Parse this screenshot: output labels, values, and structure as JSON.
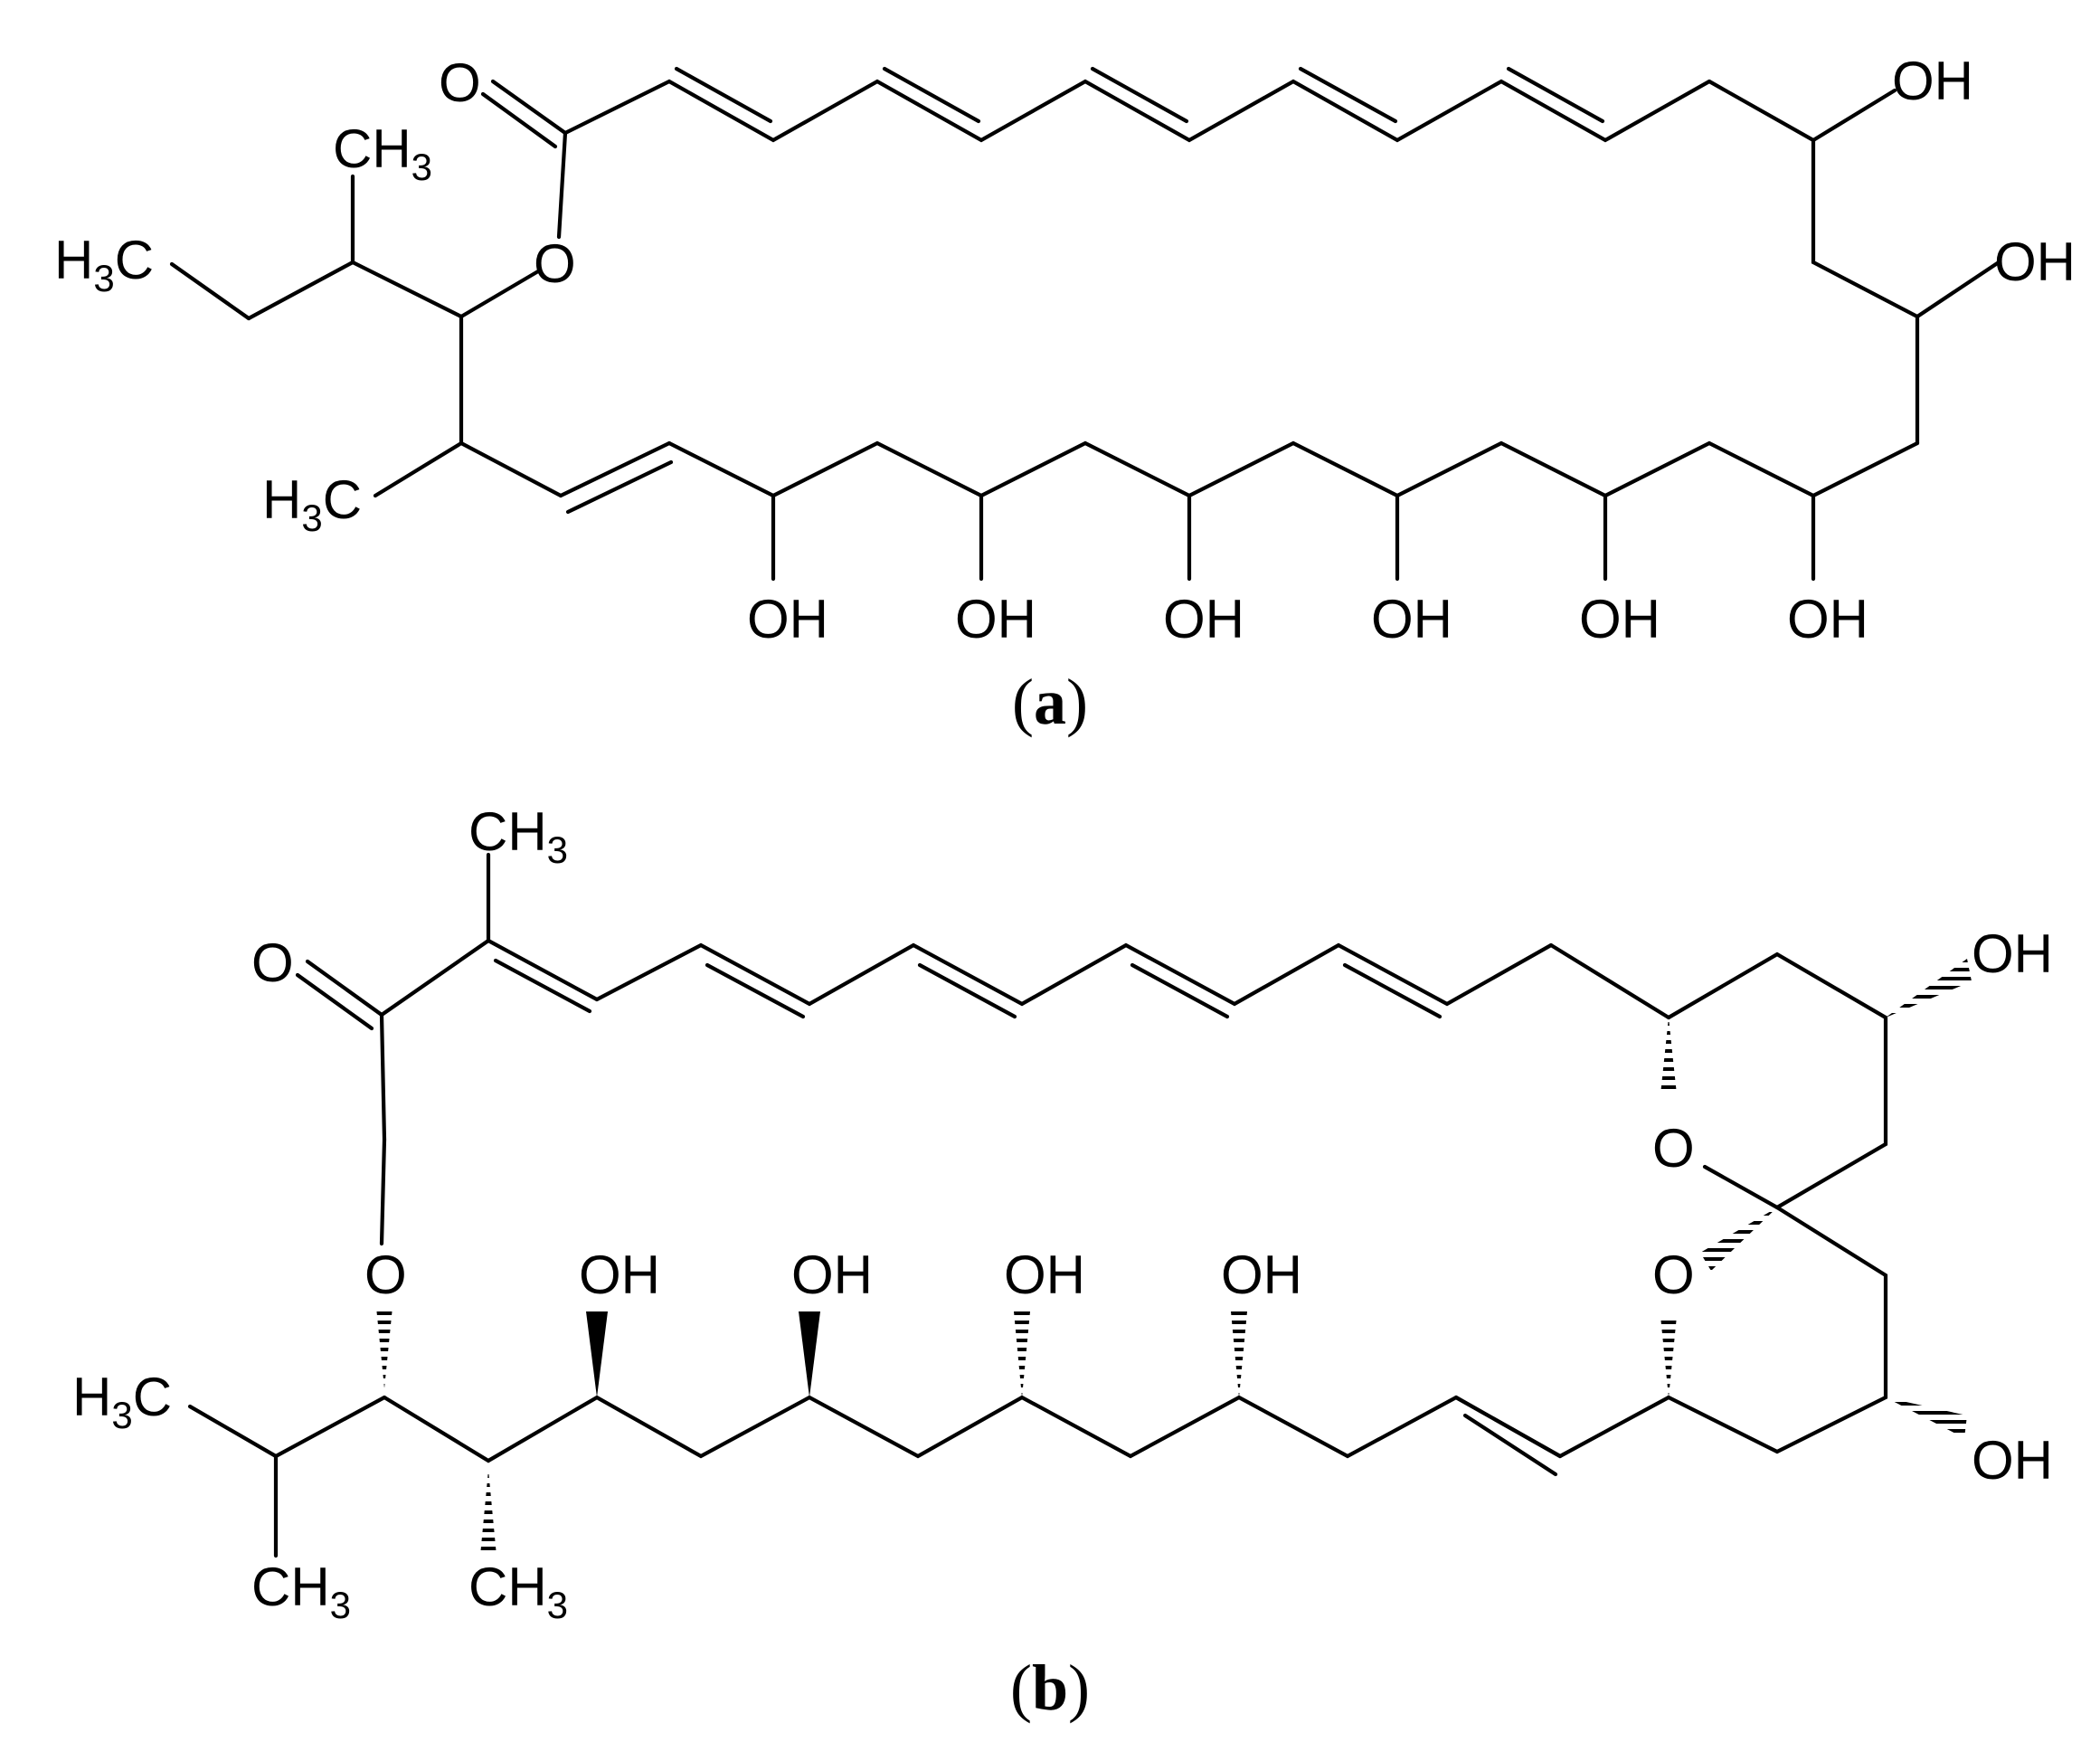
{
  "colors": {
    "background": "#ffffff",
    "ink": "#000000"
  },
  "panel_a": {
    "caption_open": "(",
    "caption_letter": "a",
    "caption_close": ")",
    "labels": {
      "carbonyl_O": "O",
      "ring_O": "O",
      "methyl_top": "CH",
      "methyl_top_sub": "3",
      "ethyl_H": "H",
      "ethyl_sub": "3",
      "ethyl_C": "C",
      "methyl_left_H": "H",
      "methyl_left_sub": "3",
      "methyl_left_C": "C",
      "oh_top_1": "OH",
      "oh_top_2": "OH",
      "oh_bottom": [
        "OH",
        "OH",
        "OH",
        "OH",
        "OH",
        "OH"
      ]
    }
  },
  "panel_b": {
    "caption_open": "(",
    "caption_letter": "b",
    "caption_close": ")",
    "labels": {
      "methyl_top": "CH",
      "methyl_top_sub": "3",
      "carbonyl_O": "O",
      "ester_O": "O",
      "pyran_O_1": "O",
      "pyran_O_2": "O",
      "oh_right_top": "OH",
      "oh_right_bottom": "OH",
      "oh_top": [
        "OH",
        "OH",
        "OH",
        "OH"
      ],
      "isopropyl_H": "H",
      "isopropyl_sub": "3",
      "isopropyl_C": "C",
      "methyl_bottom_1": "CH",
      "methyl_bottom_1_sub": "3",
      "methyl_bottom_2": "CH",
      "methyl_bottom_2_sub": "3"
    }
  }
}
